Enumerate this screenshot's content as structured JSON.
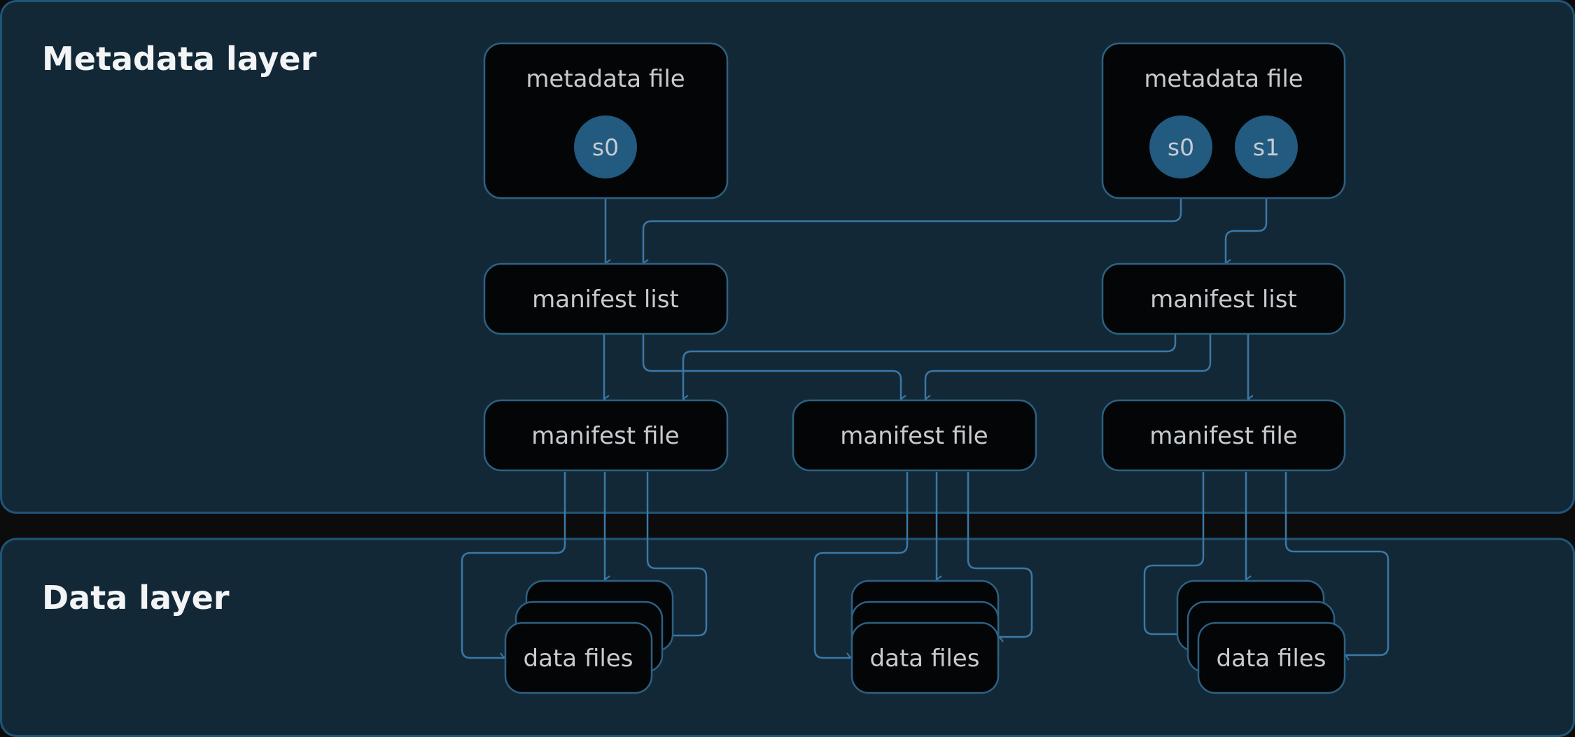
{
  "colors": {
    "page_background": "#0c0c0d",
    "layer_fill": "#132836",
    "layer_border": "#1f5577",
    "node_fill": "#030507",
    "node_border": "#2c6183",
    "snapshot_fill": "#225a80",
    "connector": "#3b78a6",
    "layer_title": "#f2f4f6",
    "node_text": "#c6cbd0"
  },
  "layers": {
    "metadata": {
      "title": "Metadata layer"
    },
    "data": {
      "title": "Data layer"
    }
  },
  "nodes": {
    "metadata_file_1": {
      "label": "metadata file",
      "snapshots": [
        "s0"
      ]
    },
    "metadata_file_2": {
      "label": "metadata file",
      "snapshots": [
        "s0",
        "s1"
      ]
    },
    "manifest_list_1": {
      "label": "manifest list"
    },
    "manifest_list_2": {
      "label": "manifest list"
    },
    "manifest_file_1": {
      "label": "manifest file"
    },
    "manifest_file_2": {
      "label": "manifest file"
    },
    "manifest_file_3": {
      "label": "manifest file"
    },
    "data_files_1": {
      "label": "data files"
    },
    "data_files_2": {
      "label": "data files"
    },
    "data_files_3": {
      "label": "data files"
    }
  },
  "edges": [
    {
      "from": "metadata_file_1.s0",
      "to": "manifest_list_1"
    },
    {
      "from": "metadata_file_2.s0",
      "to": "manifest_list_1"
    },
    {
      "from": "metadata_file_2.s1",
      "to": "manifest_list_2"
    },
    {
      "from": "manifest_list_1",
      "to": "manifest_file_1"
    },
    {
      "from": "manifest_list_1",
      "to": "manifest_file_2"
    },
    {
      "from": "manifest_list_2",
      "to": "manifest_file_1"
    },
    {
      "from": "manifest_list_2",
      "to": "manifest_file_2"
    },
    {
      "from": "manifest_list_2",
      "to": "manifest_file_3"
    },
    {
      "from": "manifest_file_1",
      "to": "data_files_1"
    },
    {
      "from": "manifest_file_2",
      "to": "data_files_2"
    },
    {
      "from": "manifest_file_3",
      "to": "data_files_3"
    }
  ]
}
